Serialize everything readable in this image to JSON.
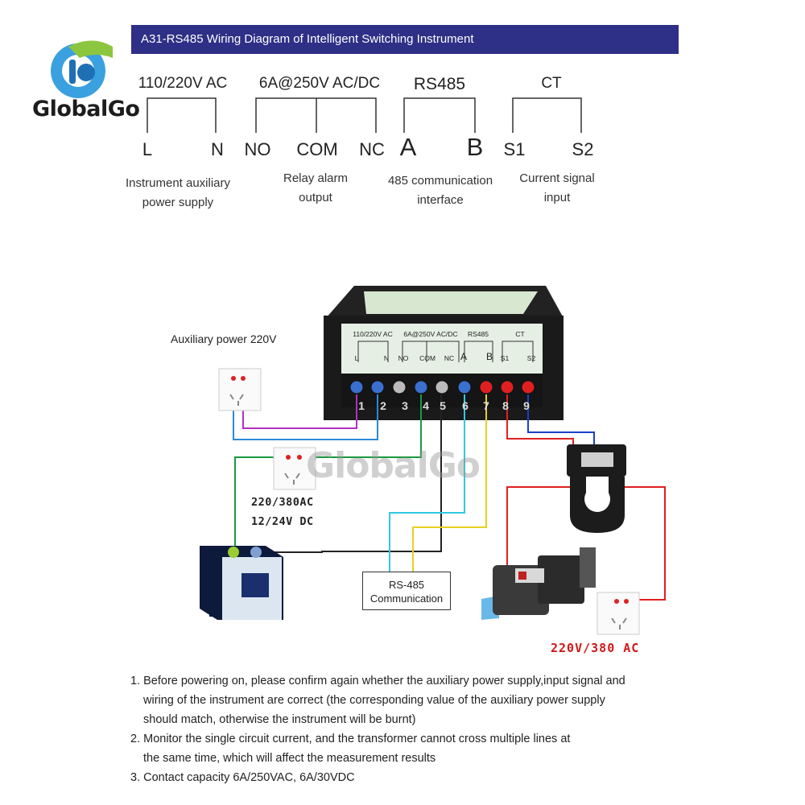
{
  "brand": {
    "name": "GlobalGo"
  },
  "title": "A31-RS485 Wiring Diagram of Intelligent Switching Instrument",
  "groups": [
    {
      "label": "110/220V AC",
      "terminals": [
        "L",
        "N"
      ],
      "desc": [
        "Instrument auxiliary",
        "power supply"
      ]
    },
    {
      "label": "6A@250V AC/DC",
      "terminals": [
        "NO",
        "COM",
        "NC"
      ],
      "desc": [
        "Relay alarm",
        "output"
      ]
    },
    {
      "label": "RS485",
      "terminals": [
        "A",
        "B"
      ],
      "desc": [
        "485 communication",
        "interface"
      ]
    },
    {
      "label": "CT",
      "terminals": [
        "S1",
        "S2"
      ],
      "desc": [
        "Current signal",
        "input"
      ]
    }
  ],
  "panel": {
    "labels": [
      "110/220V AC",
      "6A@250V AC/DC",
      "RS485",
      "CT"
    ],
    "terminals": [
      "L",
      "N",
      "NO",
      "COM",
      "NC",
      "A",
      "B",
      "S1",
      "S2"
    ],
    "numbers": [
      "1",
      "2",
      "3",
      "4",
      "5",
      "6",
      "7",
      "8",
      "9"
    ]
  },
  "labels": {
    "aux_power": "Auxiliary power 220V",
    "contactor_supply_1": "220/380AC",
    "contactor_supply_2": "12/24V DC",
    "rs485_box_1": "RS-485",
    "rs485_box_2": "Communication",
    "motor_supply": "220V/380 AC",
    "watermark": "GlobalGo"
  },
  "notes": [
    "1. Before powering on, please confirm again whether the auxiliary power supply,input signal and",
    "wiring of the instrument are correct (the corresponding value of the auxiliary power supply",
    "should match, otherwise the instrument will be burnt)",
    "2. Monitor the single circuit current, and the transformer cannot cross multiple lines at",
    "the same time, which will affect the measurement results",
    "3. Contact capacity 6A/250VAC, 6A/30VDC"
  ],
  "colors": {
    "title_bar": "#2e2f86",
    "wire_red": "#e02020",
    "wire_blue": "#1a40c8",
    "wire_purple": "#b030c0",
    "wire_light_blue": "#2a8ad8",
    "wire_green": "#1a9a40",
    "wire_black": "#222222",
    "wire_cyan": "#30c8e0",
    "wire_yellow": "#e8d020"
  }
}
